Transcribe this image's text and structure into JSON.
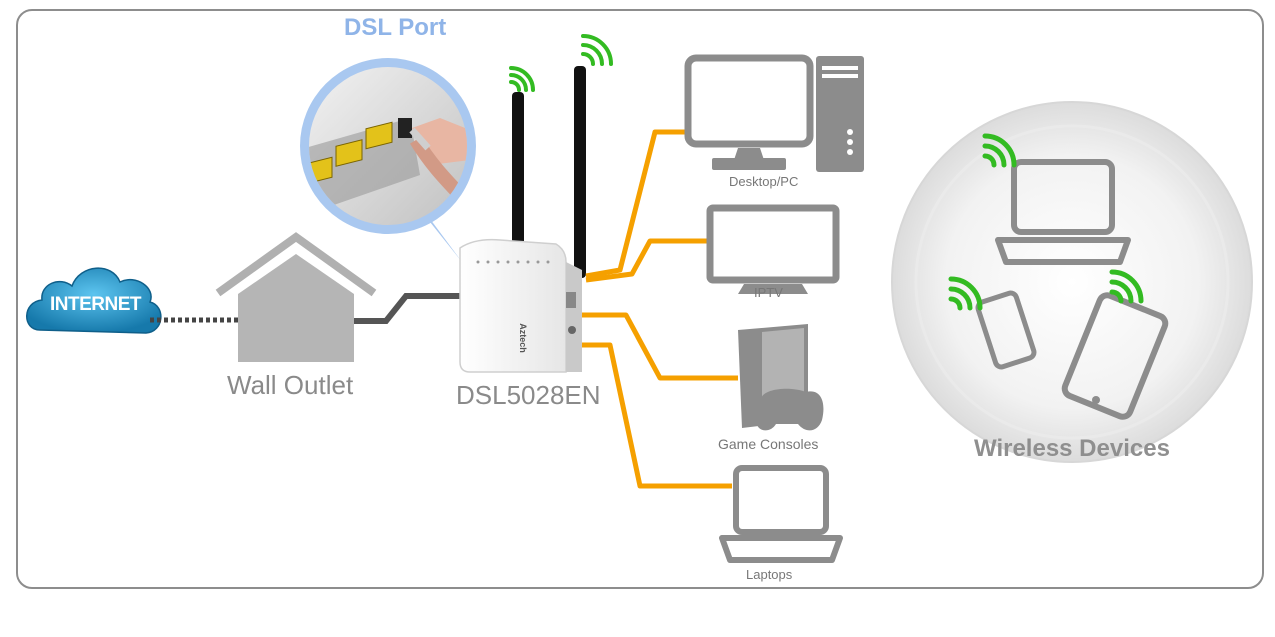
{
  "internet_label": "INTERNET",
  "wall_outlet_label": "Wall Outlet",
  "router_model": "DSL5028EN",
  "router_brand": "Aztech",
  "dsl_port_label": "DSL Port",
  "wired_devices": {
    "desktop": "Desktop/PC",
    "iptv": "IPTV",
    "game_consoles": "Game Consoles",
    "laptops": "Laptops"
  },
  "wireless_devices_label": "Wireless Devices",
  "colors": {
    "ethernet_line": "#f5a000",
    "wifi_signal": "#33bb22",
    "device_gray": "#8c8c8c",
    "dsl_port_ring": "#a9c8f0",
    "cloud_blue": "#1e8fc4"
  }
}
